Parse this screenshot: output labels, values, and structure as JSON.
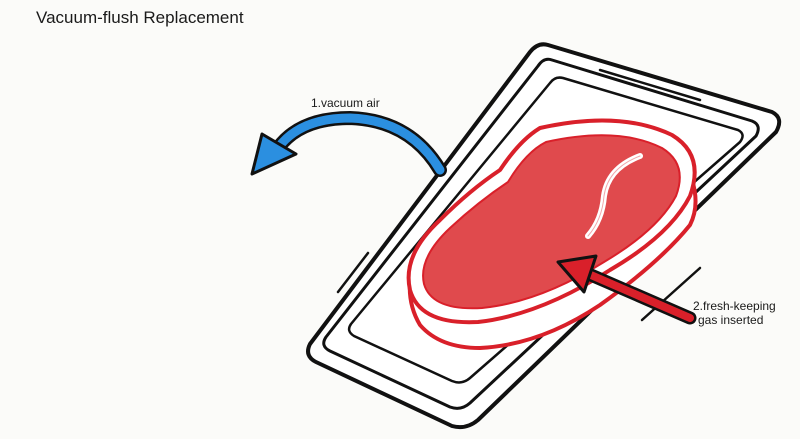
{
  "title": "Vacuum-flush Replacement",
  "labels": {
    "vacuum_air": "1.vacuum air",
    "gas_line1": "2.fresh-keeping",
    "gas_line2": "gas inserted"
  },
  "colors": {
    "tray_outline": "#111111",
    "tray_fill": "#ffffff",
    "meat_red": "#d9202a",
    "meat_fill": "#e04a4d",
    "arrow_blue": "#2b8fe0",
    "arrow_red": "#d9202a"
  },
  "icons": {
    "tray": "packaging-tray-icon",
    "meat": "steak-icon",
    "vacuum_arrow": "curved-arrow-icon",
    "gas_arrow": "straight-arrow-icon"
  }
}
